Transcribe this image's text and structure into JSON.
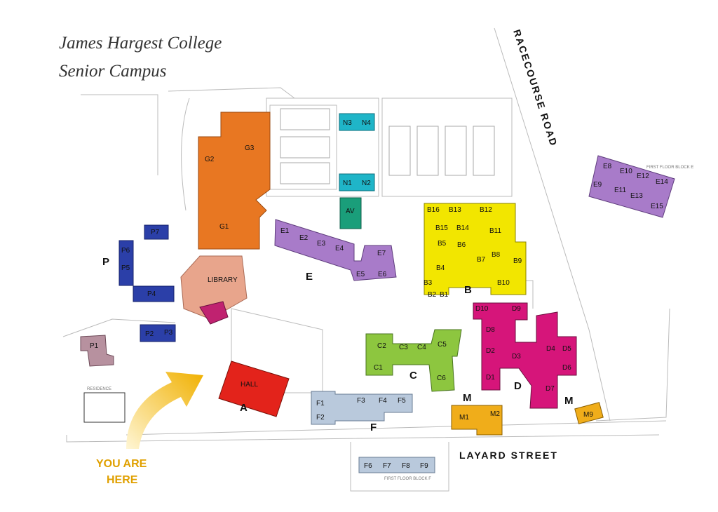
{
  "title": {
    "line1": "James Hargest College",
    "line2": "Senior Campus"
  },
  "streets": {
    "racecourse": "RACECOURSE  ROAD",
    "layard": "LAYARD  STREET"
  },
  "you_are_here": {
    "line1": "YOU ARE",
    "line2": "HERE",
    "color": "#f0b000"
  },
  "colors": {
    "G": "#e87722",
    "N": "#1fb5c8",
    "AV": "#1a9e7a",
    "P": "#2b3fa8",
    "LIB": "#e8a58c",
    "E": "#a87bc9",
    "B": "#f2e600",
    "C": "#8dc63f",
    "D": "#d6157a",
    "HALL": "#e3231b",
    "F": "#b9c9dc",
    "M": "#f0ad1a",
    "P1": "#b7919f"
  },
  "block_letters": [
    "P",
    "E",
    "B",
    "C",
    "D",
    "A",
    "F",
    "M",
    "M"
  ],
  "rooms": {
    "G1": "G1",
    "G2": "G2",
    "G3": "G3",
    "N1": "N1",
    "N2": "N2",
    "N3": "N3",
    "N4": "N4",
    "AV": "AV",
    "P1": "P1",
    "P2": "P2",
    "P3": "P3",
    "P4": "P4",
    "P5": "P5",
    "P6": "P6",
    "P7": "P7",
    "LIBRARY": "LIBRARY",
    "HALL": "HALL",
    "E1": "E1",
    "E2": "E2",
    "E3": "E3",
    "E4": "E4",
    "E5": "E5",
    "E6": "E6",
    "E7": "E7",
    "E8": "E8",
    "E9": "E9",
    "E10": "E10",
    "E11": "E11",
    "E12": "E12",
    "E13": "E13",
    "E14": "E14",
    "E15": "E15",
    "B1": "B1",
    "B2": "B2",
    "B3": "B3",
    "B4": "B4",
    "B5": "B5",
    "B6": "B6",
    "B7": "B7",
    "B8": "B8",
    "B9": "B9",
    "B10": "B10",
    "B11": "B11",
    "B12": "B12",
    "B13": "B13",
    "B14": "B14",
    "B15": "B15",
    "B16": "B16",
    "C1": "C1",
    "C2": "C2",
    "C3": "C3",
    "C4": "C4",
    "C5": "C5",
    "C6": "C6",
    "D1": "D1",
    "D2": "D2",
    "D3": "D3",
    "D4": "D4",
    "D5": "D5",
    "D6": "D6",
    "D7": "D7",
    "D8": "D8",
    "D9": "D9",
    "D10": "D10",
    "F1": "F1",
    "F2": "F2",
    "F3": "F3",
    "F4": "F4",
    "F5": "F5",
    "F6": "F6",
    "F7": "F7",
    "F8": "F8",
    "F9": "F9",
    "M1": "M1",
    "M2": "M2",
    "M9": "M9"
  },
  "small_labels": {
    "first_floor_e": "FIRST FLOOR BLOCK E",
    "first_floor_f": "FIRST FLOOR BLOCK F",
    "residence": "RESIDENCE"
  }
}
